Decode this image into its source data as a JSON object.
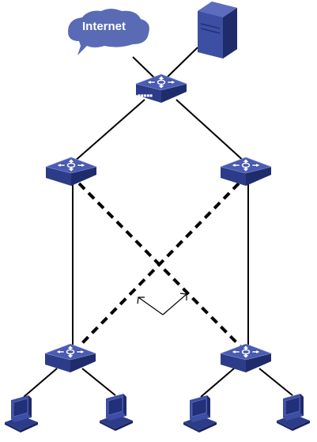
{
  "diagram": {
    "internet_label": "Internet",
    "colors": {
      "device_fill": "#3d4fa3",
      "device_top": "#5c6dbd",
      "device_side": "#1f2c6b",
      "cloud_fill": "#5a6bb5",
      "link_solid": "#000000",
      "link_dashed": "#000000"
    },
    "nodes": [
      {
        "id": "internet-cloud",
        "type": "cloud"
      },
      {
        "id": "server",
        "type": "server-icon"
      },
      {
        "id": "core-switch",
        "type": "layer3-switch-icon"
      },
      {
        "id": "distribution-switch-left",
        "type": "layer3-switch-icon"
      },
      {
        "id": "distribution-switch-right",
        "type": "layer3-switch-icon"
      },
      {
        "id": "access-switch-left",
        "type": "layer3-switch-icon"
      },
      {
        "id": "access-switch-right",
        "type": "layer3-switch-icon"
      },
      {
        "id": "pc-1",
        "type": "pc-icon"
      },
      {
        "id": "pc-2",
        "type": "pc-icon"
      },
      {
        "id": "pc-3",
        "type": "pc-icon"
      },
      {
        "id": "pc-4",
        "type": "pc-icon"
      }
    ],
    "links": [
      {
        "from": "internet-cloud",
        "to": "core-switch",
        "style": "solid"
      },
      {
        "from": "server",
        "to": "core-switch",
        "style": "solid"
      },
      {
        "from": "core-switch",
        "to": "distribution-switch-left",
        "style": "solid"
      },
      {
        "from": "core-switch",
        "to": "distribution-switch-right",
        "style": "solid"
      },
      {
        "from": "distribution-switch-left",
        "to": "access-switch-left",
        "style": "solid"
      },
      {
        "from": "distribution-switch-right",
        "to": "access-switch-right",
        "style": "solid"
      },
      {
        "from": "distribution-switch-left",
        "to": "access-switch-right",
        "style": "dashed"
      },
      {
        "from": "distribution-switch-right",
        "to": "access-switch-left",
        "style": "dashed"
      },
      {
        "from": "access-switch-left",
        "to": "pc-1",
        "style": "solid"
      },
      {
        "from": "access-switch-left",
        "to": "pc-2",
        "style": "solid"
      },
      {
        "from": "access-switch-right",
        "to": "pc-3",
        "style": "solid"
      },
      {
        "from": "access-switch-right",
        "to": "pc-4",
        "style": "solid"
      }
    ]
  }
}
